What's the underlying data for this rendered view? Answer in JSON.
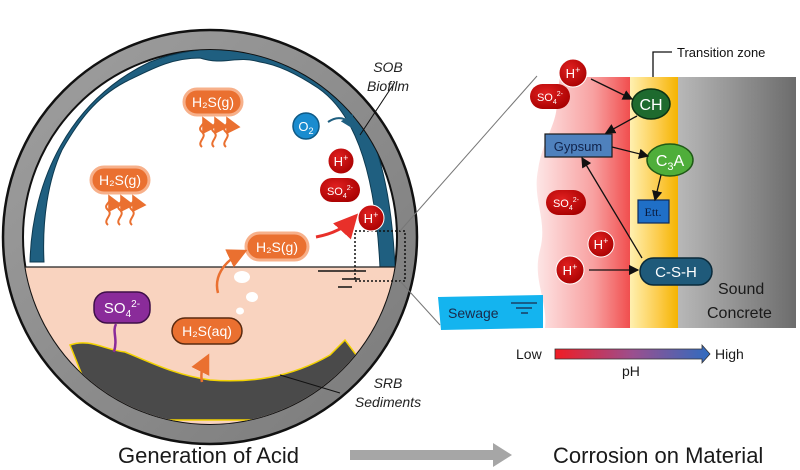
{
  "pipe": {
    "gas_labels": [
      "H₂S(g)",
      "H₂S(g)",
      "H₂S(g)"
    ],
    "aq_label": "H₂S(aq)",
    "sulfate_sewage": {
      "base": "SO",
      "sub": "4",
      "sup": "2-"
    },
    "o2": {
      "base": "O",
      "sub": "2"
    },
    "h_plus": {
      "base": "H",
      "sup": "+"
    },
    "sulfate_biofilm": {
      "base": "SO",
      "sub": "4",
      "sup": "2-"
    },
    "sob_label": [
      "SOB",
      "Biofilm"
    ],
    "srb_label": [
      "SRB",
      "Sediments"
    ]
  },
  "zoom_panel": {
    "transition_label": "Transition zone",
    "ch": "CH",
    "gypsum": "Gypsum",
    "c3a": {
      "a": "C",
      "sub": "3",
      "b": "A"
    },
    "ett": "Ett.",
    "csh": "C-S-H",
    "sewage": "Sewage",
    "sound_concrete": [
      "Sound",
      "Concrete"
    ],
    "ph_scale": {
      "low": "Low",
      "high": "High",
      "label": "pH"
    }
  },
  "captions": {
    "left": "Generation of Acid",
    "right": "Corrosion on Material"
  },
  "colors": {
    "pipe_gray": "#8c8c8c",
    "biofilm_blue": "#1f5f80",
    "sewage_fill": "#f9d3bf",
    "gas_orange": "#ea7030",
    "acid_red": "#c00000",
    "sulfate_purple": "#8a2b9a",
    "o2_blue": "#1a8ccf",
    "ch_green": "#1e6a2e",
    "c3a_green": "#4fae3a",
    "gypsum_blue": "#4f81bd",
    "csh_blue": "#1f5a7a",
    "sewage_cyan": "#14b4ef"
  }
}
